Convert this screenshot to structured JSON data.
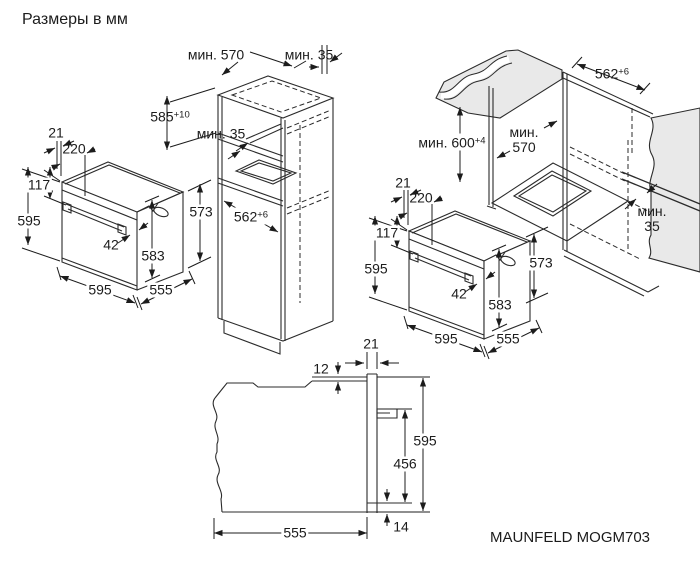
{
  "title": "Размеры в мм",
  "model": "MAUNFELD MOGM703",
  "tall_cabinet": {
    "depth_min": "мин. 570",
    "top_gap_min": "мин. 35",
    "niche_height": "585",
    "niche_height_tol": "+10",
    "shelf_gap_min": "мин. 35",
    "inner_width": "562",
    "inner_width_tol": "+6",
    "side_clearance": "573"
  },
  "oven_left": {
    "door_thickness": "21",
    "top_depth": "220",
    "panel_height": "117",
    "height": "595",
    "handle_depth": "42",
    "body_height": "583",
    "width": "595",
    "depth": "555"
  },
  "oven_right": {
    "door_thickness": "21",
    "top_depth": "220",
    "panel_height": "117",
    "height": "595",
    "handle_depth": "42",
    "body_height": "583",
    "width": "595",
    "depth": "555",
    "side_clearance": "573"
  },
  "base_cabinet": {
    "niche_width": "562",
    "niche_width_tol": "+6",
    "height_min": "мин. 600",
    "height_min_tol": "+4",
    "depth_min_line1": "мин.",
    "depth_min_line2": "570",
    "rear_gap_line1": "мин.",
    "rear_gap_line2": "35"
  },
  "side_view": {
    "door_thickness": "21",
    "top_step": "12",
    "height": "595",
    "inner_height": "456",
    "bottom_gap": "14",
    "depth": "555"
  }
}
